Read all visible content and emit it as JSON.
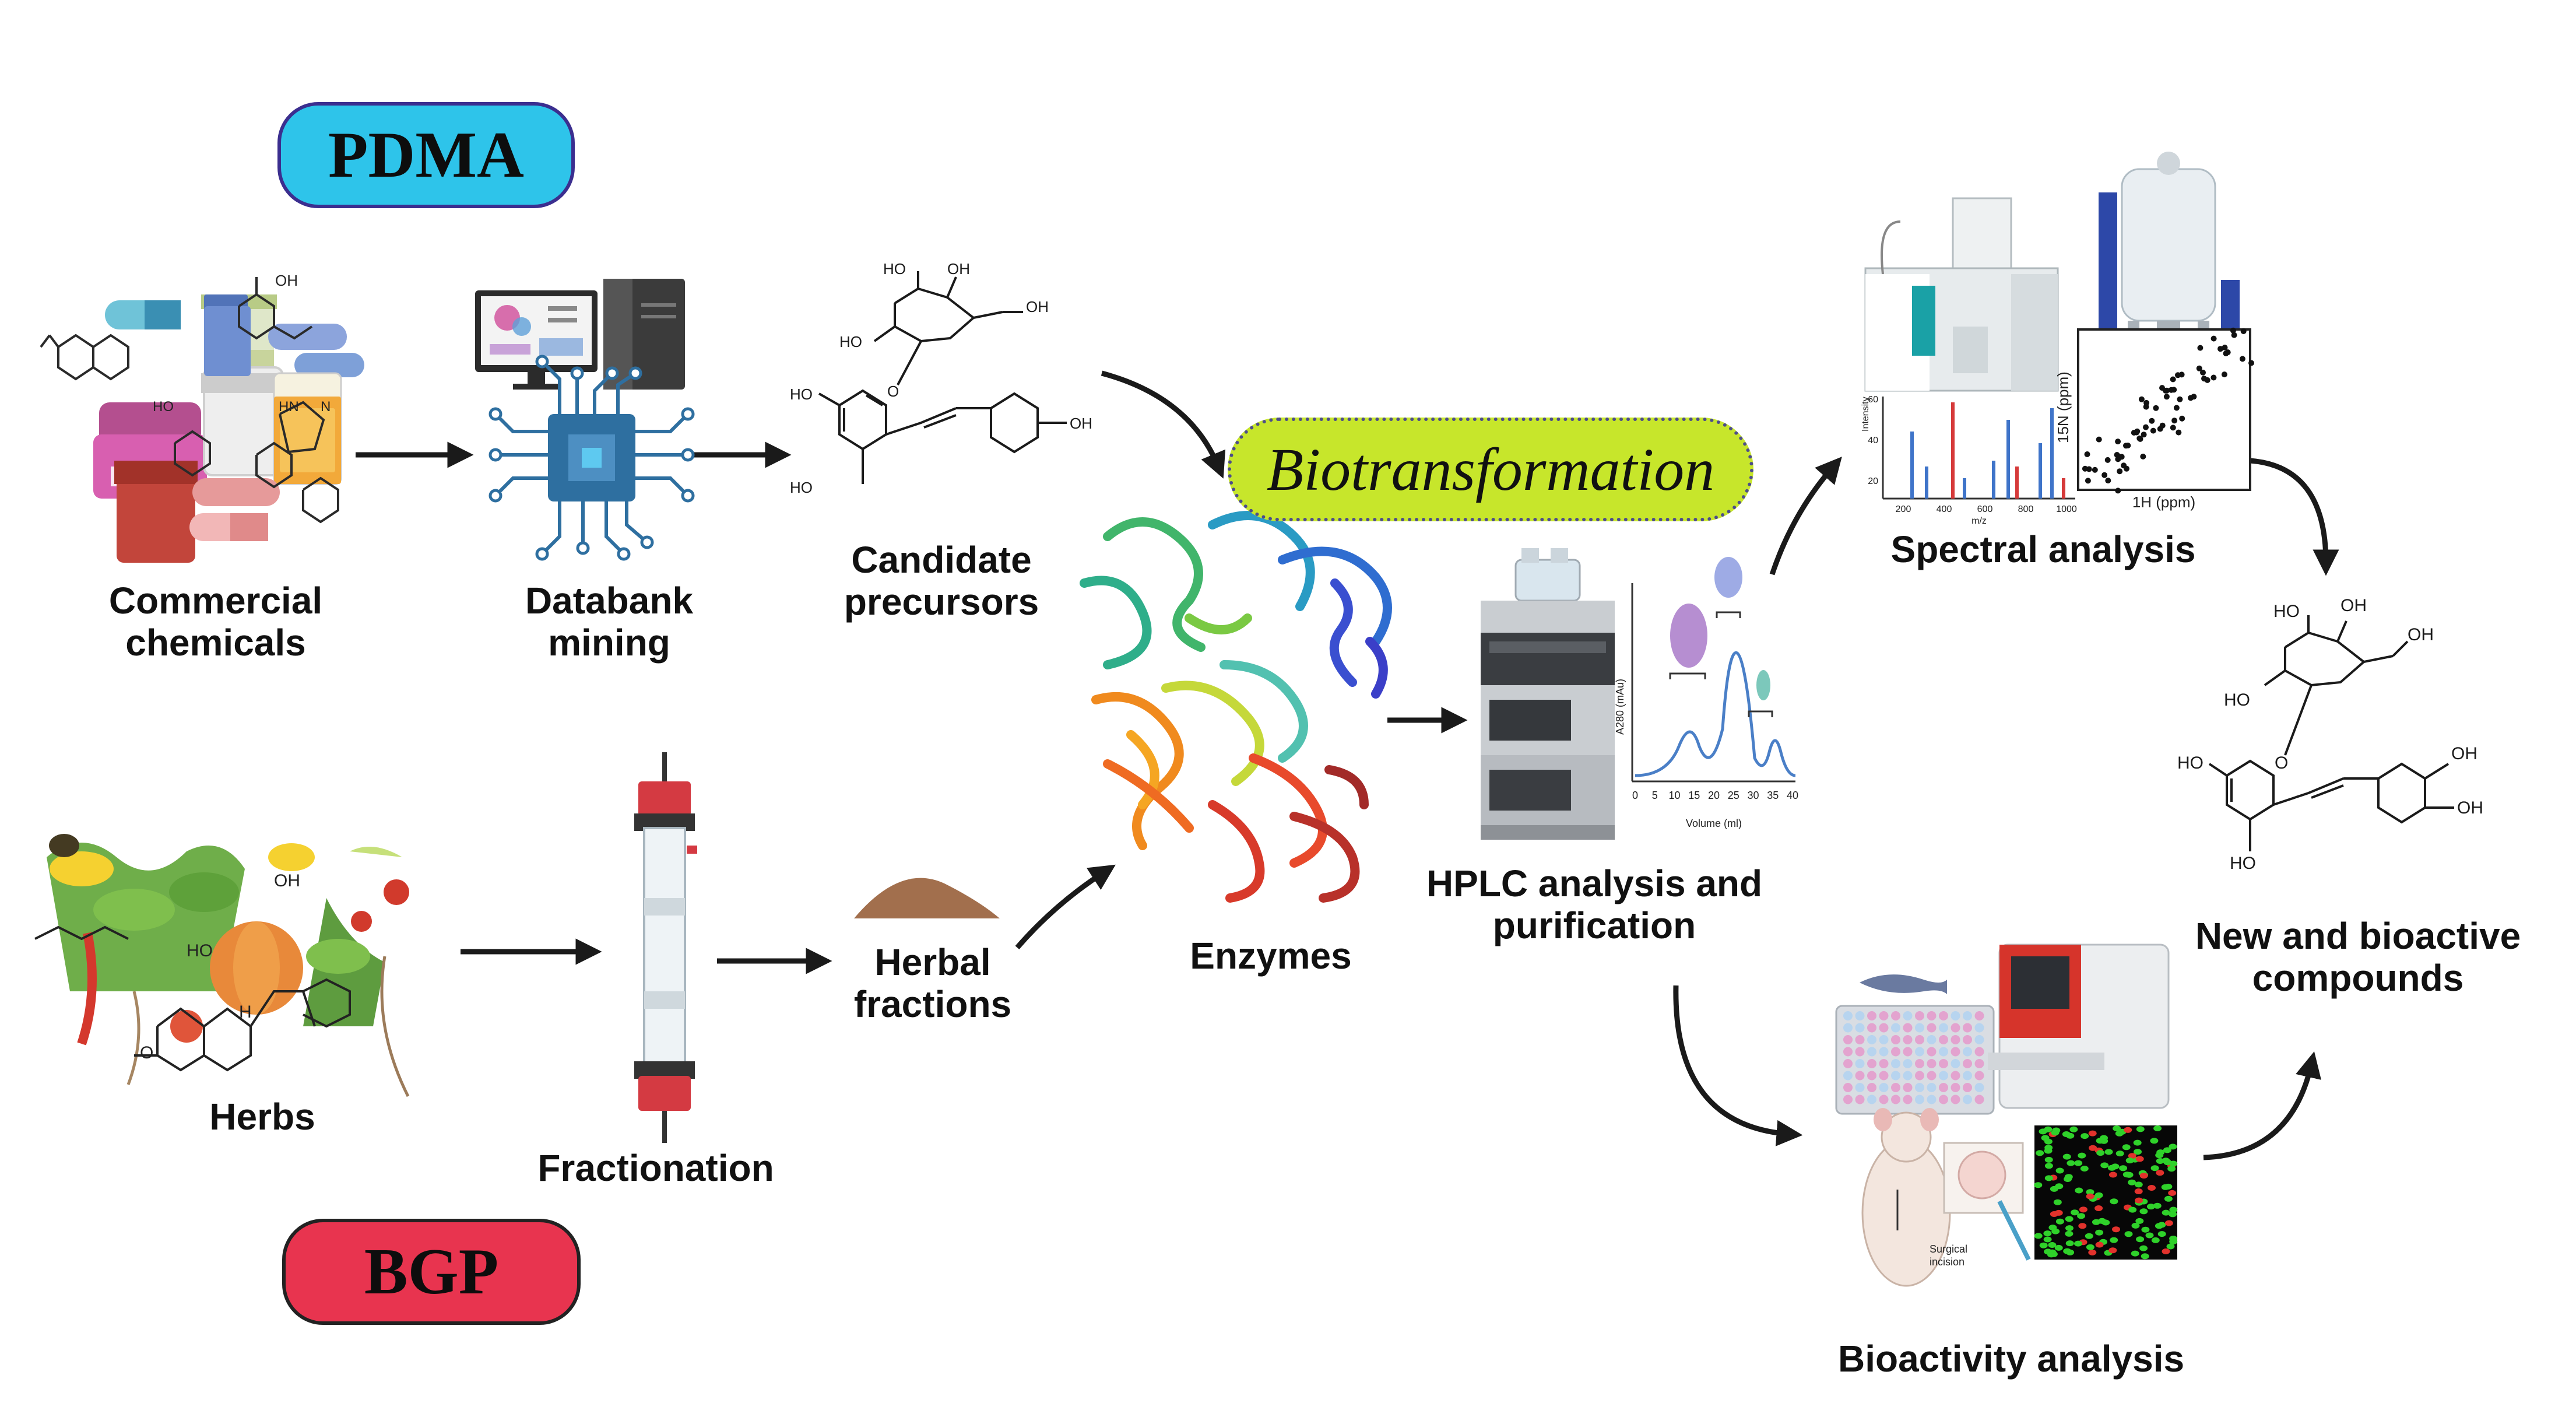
{
  "badges": {
    "pdma": "PDMA",
    "bgp": "BGP",
    "biotransformation": "Biotransformation"
  },
  "labels": {
    "commercial_chemicals": [
      "Commercial",
      "chemicals"
    ],
    "databank_mining": [
      "Databank",
      "mining"
    ],
    "candidate_precursors": [
      "Candidate",
      "precursors"
    ],
    "herbs": "Herbs",
    "fractionation": "Fractionation",
    "herbal_fractions": [
      "Herbal",
      "fractions"
    ],
    "enzymes": "Enzymes",
    "hplc": [
      "HPLC analysis and",
      "purification"
    ],
    "spectral_analysis": "Spectral analysis",
    "new_bioactive": [
      "New and bioactive",
      "compounds"
    ],
    "bioactivity_analysis": "Bioactivity analysis"
  },
  "chem_labels": {
    "oh": "OH",
    "ho": "HO",
    "hn": "HN",
    "n": "N",
    "h": "H",
    "o": "O"
  },
  "hplc_chart": {
    "ylabel": "A280 (mAu)",
    "xlabel": "Volume (ml)",
    "x_ticks": [
      "0",
      "5",
      "10",
      "15",
      "20",
      "25",
      "30",
      "35",
      "40"
    ]
  },
  "ms_chart": {
    "ylabel": "Intensity",
    "xlabel": "m/z",
    "x_ticks": [
      "200",
      "400",
      "600",
      "800",
      "1000"
    ],
    "y_ticks": [
      "20",
      "40",
      "60"
    ]
  },
  "nmr_chart": {
    "ylabel": "15N (ppm)",
    "xlabel": "1H (ppm)"
  },
  "bioassay": {
    "incision_label": [
      "Surgical",
      "incision"
    ]
  },
  "colors": {
    "pdma_fill": "#2ec4ea",
    "bgp_fill": "#e8344f",
    "bio_fill": "#c7e62b",
    "arrow": "#1a1a1a"
  }
}
